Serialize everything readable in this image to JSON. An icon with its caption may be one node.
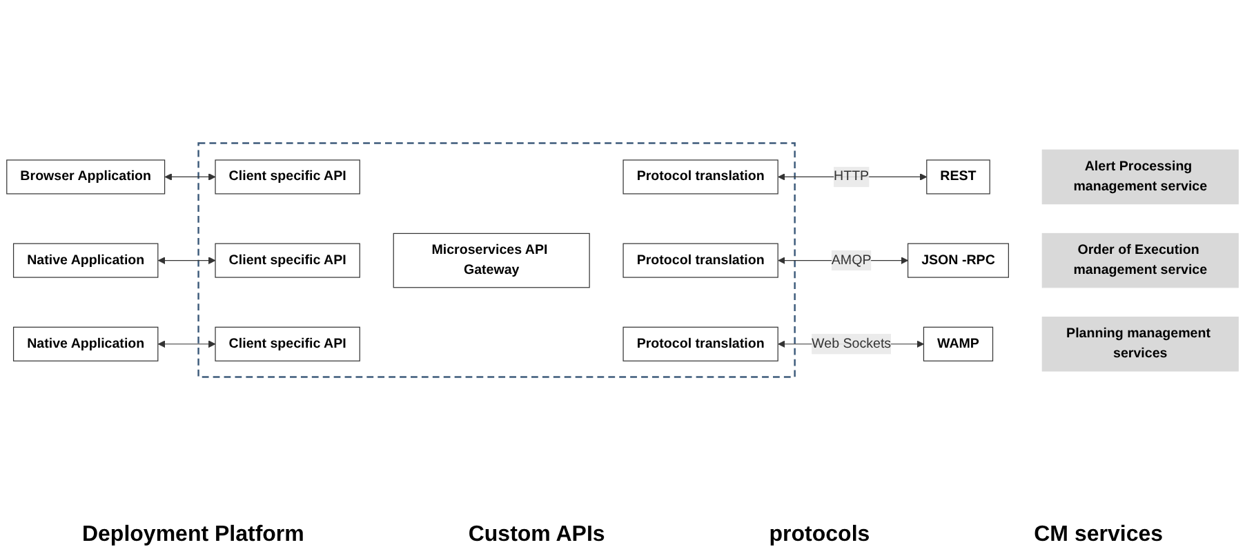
{
  "diagram": {
    "nodes": [
      {
        "text": [
          "Browser Application"
        ]
      },
      {
        "text": [
          "Native Application"
        ]
      },
      {
        "text": [
          "Native Application"
        ]
      },
      {
        "text": [],
        "shape": "box"
      },
      {
        "text": [
          "Client specific API"
        ],
        "in": 3
      },
      {
        "text": [
          "Protocol translation"
        ],
        "in": 3
      },
      {
        "text": [
          "Microservices API Gateway"
        ],
        "in": 3
      },
      {
        "text": [
          "Client specific API"
        ],
        "in": 3
      },
      {
        "text": [
          "Protocol translation"
        ],
        "in": 3
      },
      {
        "text": [
          "Client specific API"
        ],
        "in": 3
      },
      {
        "text": [
          "Protocol translation"
        ],
        "in": 3
      },
      {
        "text": [
          "REST"
        ]
      },
      {
        "text": [
          "Alert Processing management service"
        ]
      },
      {
        "text": [
          "JSON -RPC"
        ]
      },
      {
        "text": [
          "Order of Execution management service"
        ]
      },
      {
        "text": [
          "WAMP"
        ]
      },
      {
        "text": [
          "Planning management services"
        ]
      }
    ],
    "edges": [
      {
        "from": 0,
        "to": 4,
        "arrow": "both"
      },
      {
        "from": 1,
        "to": 7,
        "arrow": "both"
      },
      {
        "from": 2,
        "to": 9,
        "arrow": "both"
      },
      {
        "from": 5,
        "to": 11,
        "arrow": "both",
        "label": "HTTP"
      },
      {
        "from": 8,
        "to": 13,
        "arrow": "both",
        "label": "AMQP"
      },
      {
        "from": 10,
        "to": 15,
        "arrow": "both",
        "label": "Web Sockets"
      }
    ],
    "labels": [
      "Deployment Platform",
      "Custom APIs",
      "protocols",
      "CM services"
    ]
  }
}
